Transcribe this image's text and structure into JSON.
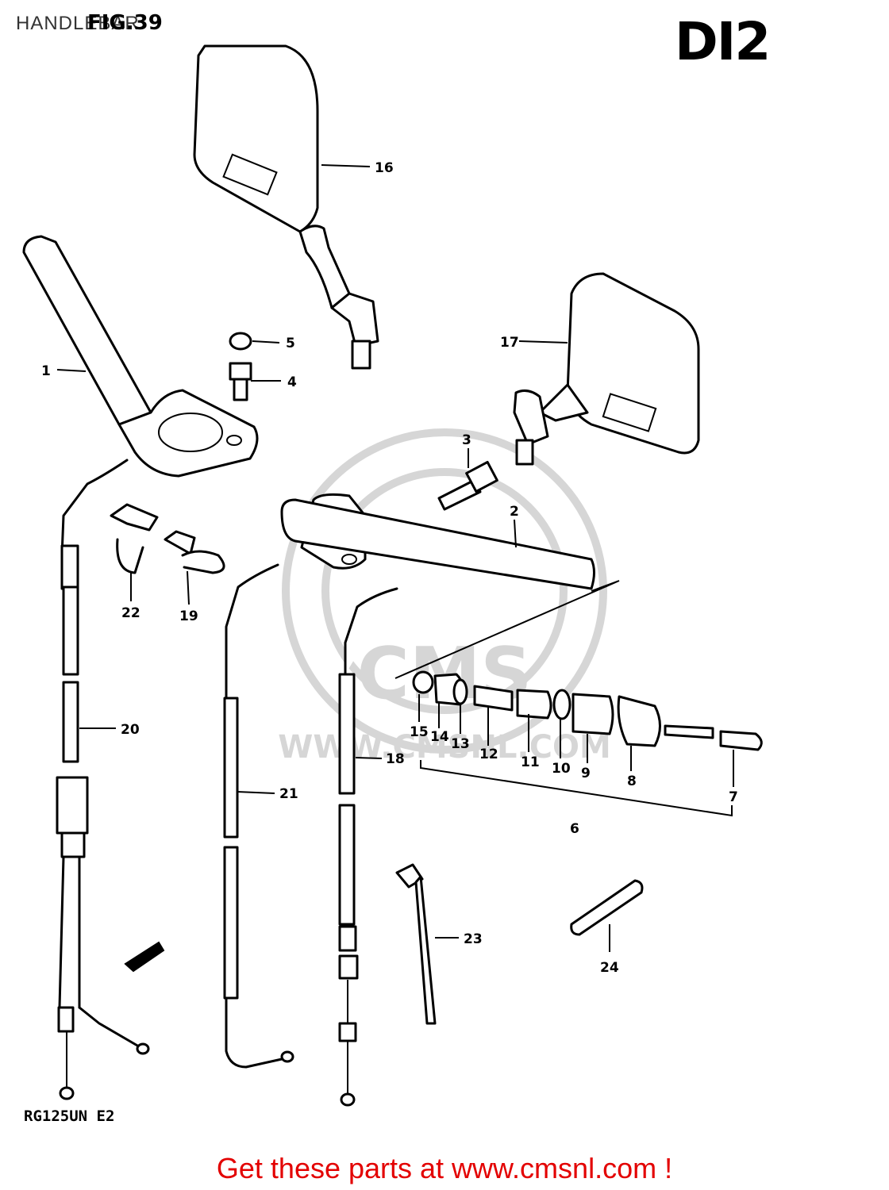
{
  "header": {
    "title": "HANDLEBAR",
    "fig_label": "FIG.39",
    "sheet_code": "DI2"
  },
  "diagram": {
    "watermark": "WWW.CMSNL.COM",
    "watermark_logo": "CMS",
    "callouts": {
      "p1": "1",
      "p2": "2",
      "p3": "3",
      "p4": "4",
      "p5": "5",
      "p6": "6",
      "p7": "7",
      "p8": "8",
      "p9": "9",
      "p10": "10",
      "p11": "11",
      "p12": "12",
      "p13": "13",
      "p14": "14",
      "p15": "15",
      "p16": "16",
      "p17": "17",
      "p18": "18",
      "p19": "19",
      "p20": "20",
      "p21": "21",
      "p22": "22",
      "p23": "23",
      "p24": "24"
    },
    "model_code": "RG125UN E2"
  },
  "footer": {
    "link_text": "Get these parts at www.cmsnl.com !"
  }
}
